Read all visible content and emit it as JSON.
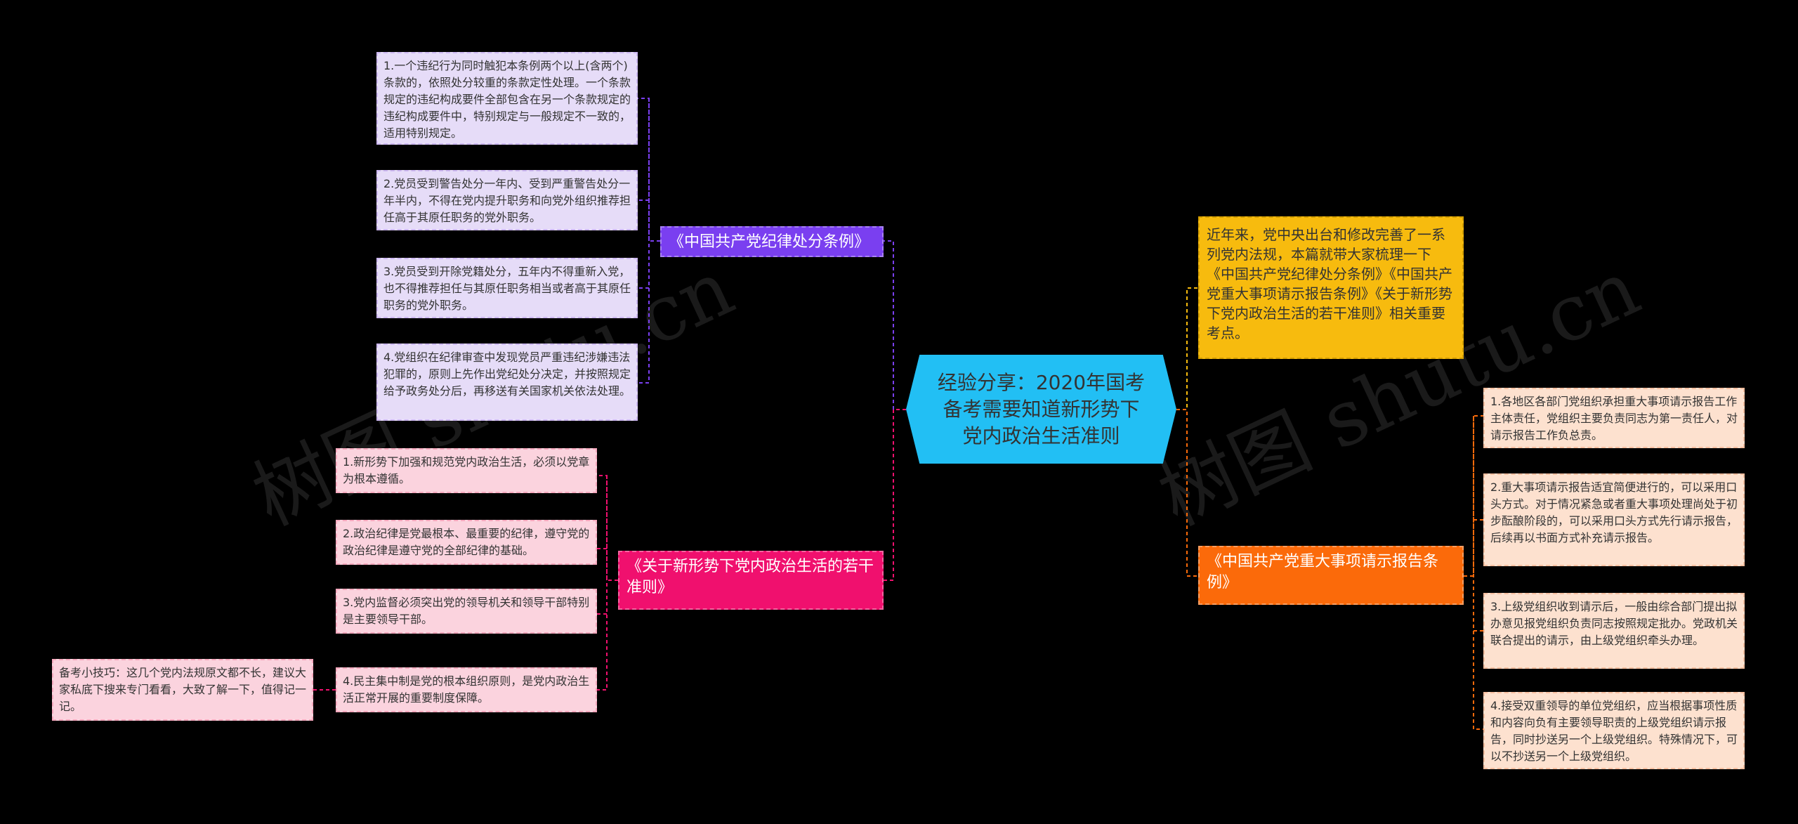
{
  "center": "经验分享：2020年国考备考需要知道新形势下党内政治生活准则",
  "intro": "近年来，党中央出台和修改完善了一系列党内法规，本篇就带大家梳理一下《中国共产党纪律处分条例》《中国共产党重大事项请示报告条例》《关于新形势下党内政治生活的若干准则》相关重要考点。",
  "watermarks": [
    "树图 shutu.cn",
    "树图 shutu.cn"
  ],
  "colors": {
    "center": "#22bff4",
    "intro": "#f7bb0e",
    "purple": "#7a3ff0",
    "magenta": "#f0106e",
    "orange": "#fb6a0a"
  },
  "branches": {
    "discipline": {
      "label": "《中国共产党纪律处分条例》",
      "leaves": [
        "1.一个违纪行为同时触犯本条例两个以上(含两个)条款的，依照处分较重的条款定性处理。一个条款规定的违纪构成要件全部包含在另一个条款规定的违纪构成要件中，特别规定与一般规定不一致的，适用特别规定。",
        "2.党员受到警告处分一年内、受到严重警告处分一年半内，不得在党内提升职务和向党外组织推荐担任高于其原任职务的党外职务。",
        "3.党员受到开除党籍处分，五年内不得重新入党，也不得推荐担任与其原任职务相当或者高于其原任职务的党外职务。",
        "4.党组织在纪律审查中发现党员严重违纪涉嫌违法犯罪的，原则上先作出党纪处分决定，并按照规定给予政务处分后，再移送有关国家机关依法处理。"
      ]
    },
    "political_life": {
      "label": "《关于新形势下党内政治生活的若干准则》",
      "leaves": [
        "1.新形势下加强和规范党内政治生活，必须以党章为根本遵循。",
        "2.政治纪律是党最根本、最重要的纪律，遵守党的政治纪律是遵守党的全部纪律的基础。",
        "3.党内监督必须突出党的领导机关和领导干部特别是主要领导干部。",
        "4.民主集中制是党的根本组织原则，是党内政治生活正常开展的重要制度保障。"
      ],
      "tip": "备考小技巧：这几个党内法规原文都不长，建议大家私底下搜来专门看看，大致了解一下，值得记一记。"
    },
    "report": {
      "label": "《中国共产党重大事项请示报告条例》",
      "leaves": [
        "1.各地区各部门党组织承担重大事项请示报告工作主体责任，党组织主要负责同志为第一责任人，对请示报告工作负总责。",
        "2.重大事项请示报告适宜简便进行的，可以采用口头方式。对于情况紧急或者重大事项处理尚处于初步酝酿阶段的，可以采用口头方式先行请示报告，后续再以书面方式补充请示报告。",
        "3.上级党组织收到请示后，一般由综合部门提出拟办意见报党组织负责同志按照规定批办。党政机关联合提出的请示，由上级党组织牵头办理。",
        "4.接受双重领导的单位党组织，应当根据事项性质和内容向负有主要领导职责的上级党组织请示报告，同时抄送另一个上级党组织。特殊情况下，可以不抄送另一个上级党组织。"
      ]
    }
  }
}
